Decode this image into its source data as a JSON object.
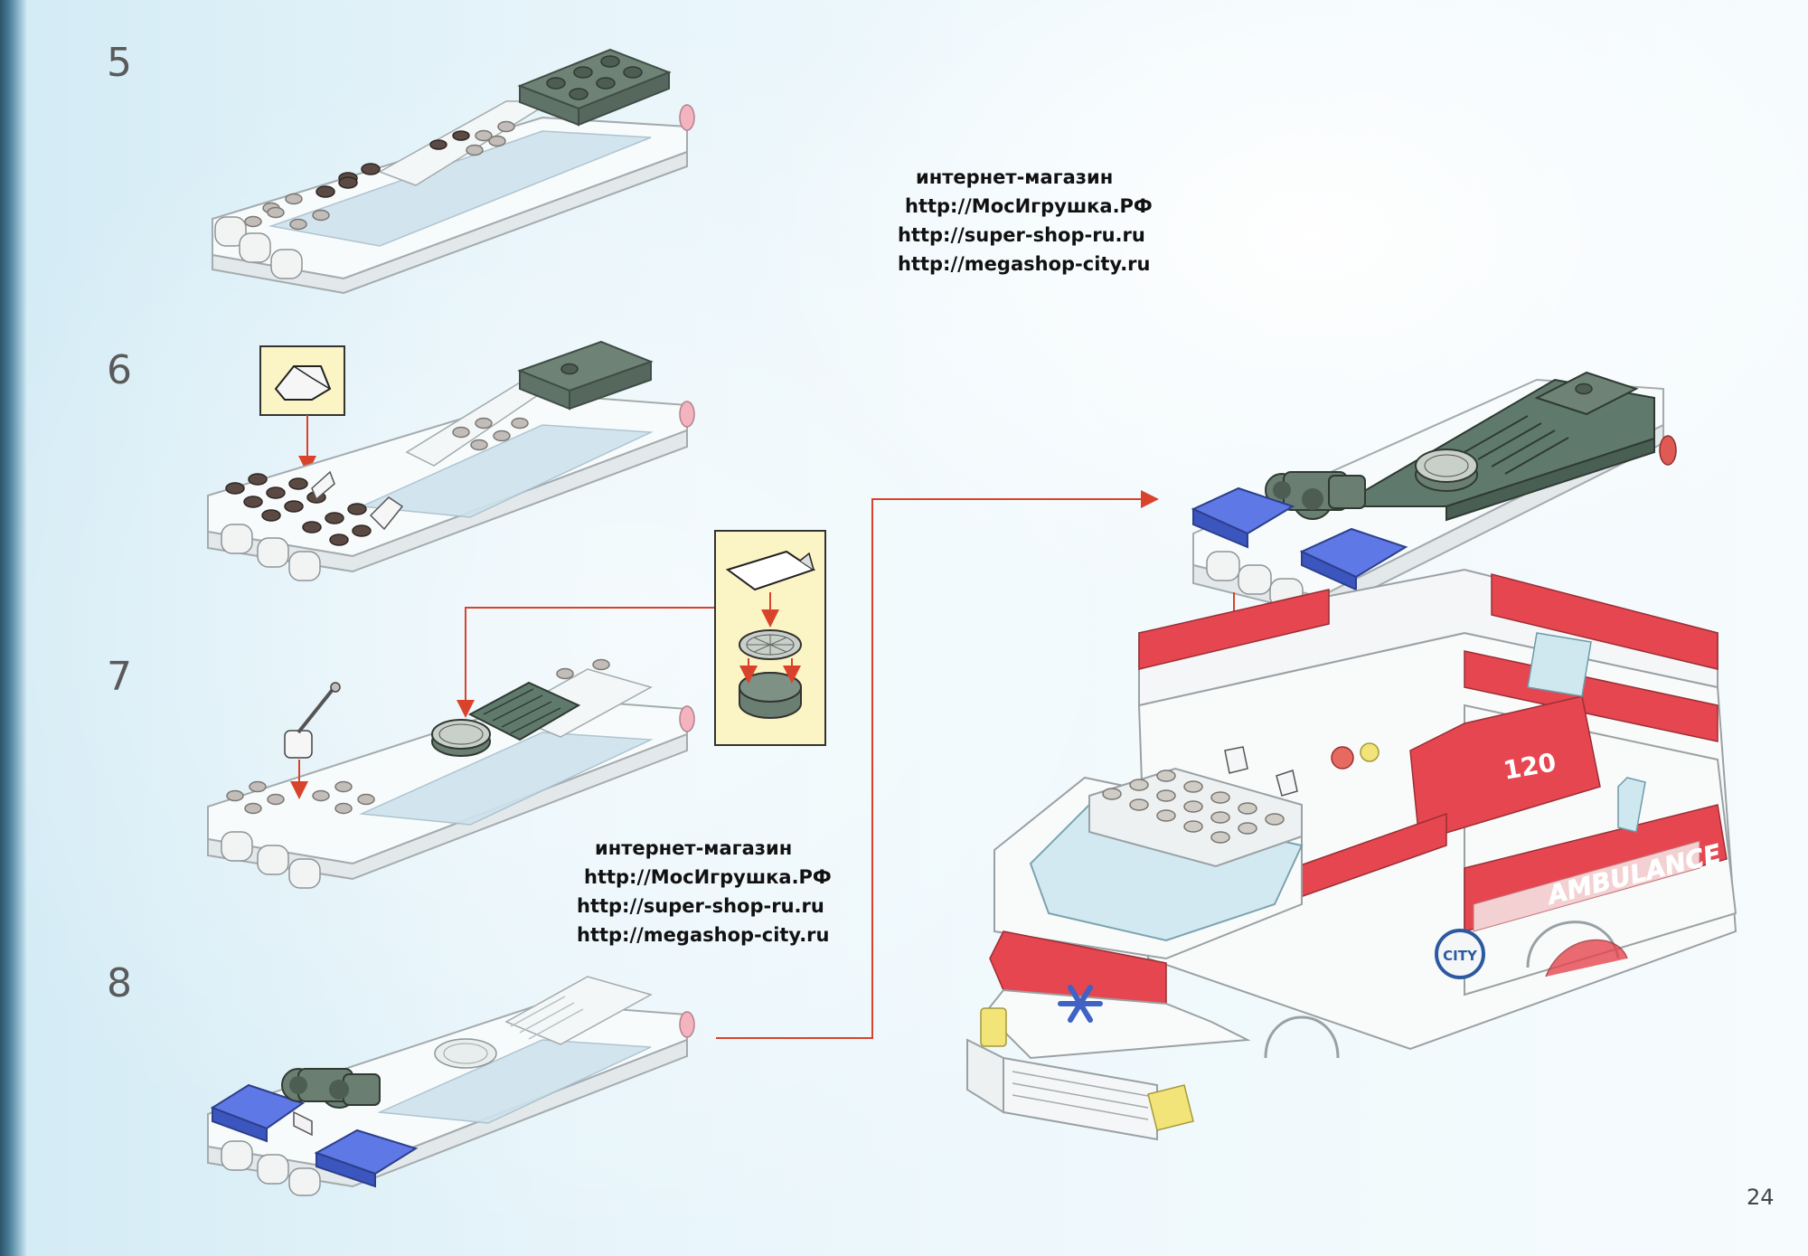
{
  "page": {
    "page_number": "24",
    "steps": [
      {
        "number": "5"
      },
      {
        "number": "6"
      },
      {
        "number": "7"
      },
      {
        "number": "8"
      }
    ],
    "shop_notice_top": {
      "line1": "интернет-магазин",
      "line2": "http://МосИгрушка.РФ",
      "line3": "http://super-shop-ru.ru",
      "line4": "http://megashop-city.ru"
    },
    "shop_notice_bottom": {
      "line1": "интернет-магазин",
      "line2": "http://МосИгрушка.РФ",
      "line3": "http://super-shop-ru.ru",
      "line4": "http://megashop-city.ru"
    },
    "vehicle": {
      "door_number": "120",
      "side_text": "AMBULANCE",
      "emblem_text": "CITY"
    },
    "colors": {
      "arrow": "#d9422b",
      "dark_green": "#5f7a6c",
      "ambulance_red": "#e6464f",
      "siren_blue": "#4f6ee0",
      "callout_bg": "#fbf4c4"
    },
    "icons": [
      "tile-slope-icon",
      "sticker-icon",
      "round-tile-icon"
    ]
  }
}
